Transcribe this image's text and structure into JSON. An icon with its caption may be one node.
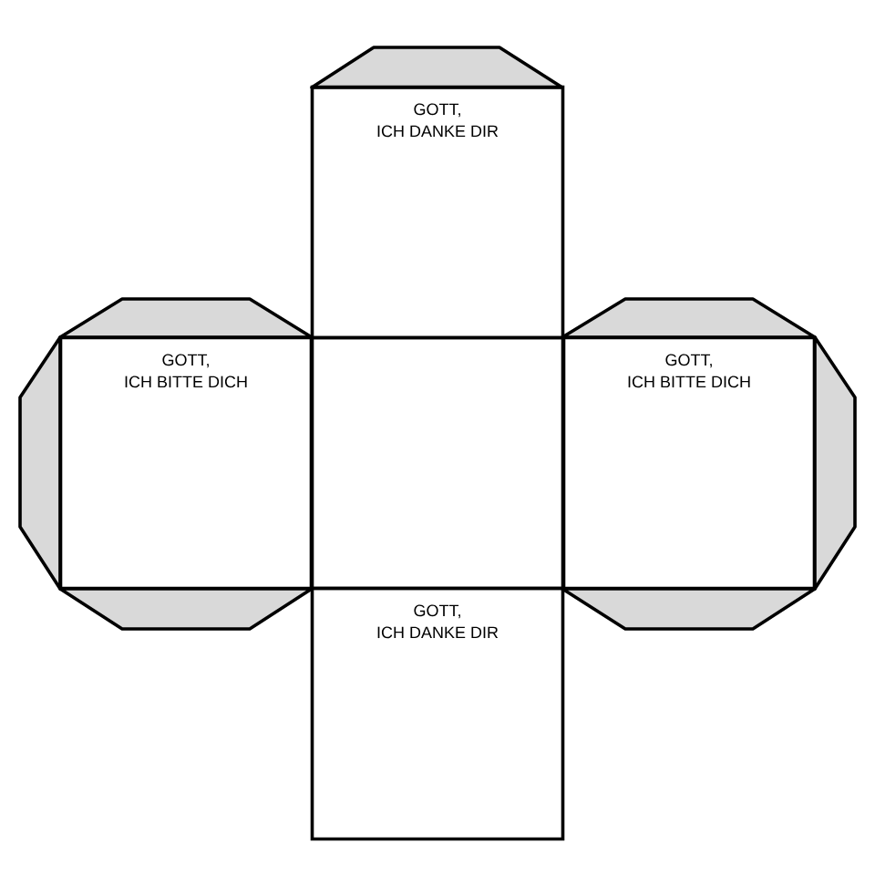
{
  "diagram": {
    "nodes": [
      {
        "text": [],
        "shape": "trapezoid"
      },
      {
        "text": [
          "GOTT, ICH DANKE DIR"
        ]
      },
      {
        "text": [],
        "shape": "trapezoid"
      },
      {
        "text": [],
        "shape": "trapezoid"
      },
      {
        "text": [],
        "shape": "trapezoid"
      },
      {
        "text": [
          "GOTT, ICH BITTE DICH"
        ]
      },
      {
        "text": [],
        "shape": "box"
      },
      {
        "text": [
          "GOTT, ICH BITTE DICH"
        ]
      },
      {
        "text": [],
        "shape": "trapezoid"
      },
      {
        "text": [],
        "shape": "trapezoid"
      },
      {
        "text": [],
        "shape": "trapezoid"
      },
      {
        "text": [
          "GOTT, ICH DANKE DIR"
        ]
      }
    ]
  }
}
